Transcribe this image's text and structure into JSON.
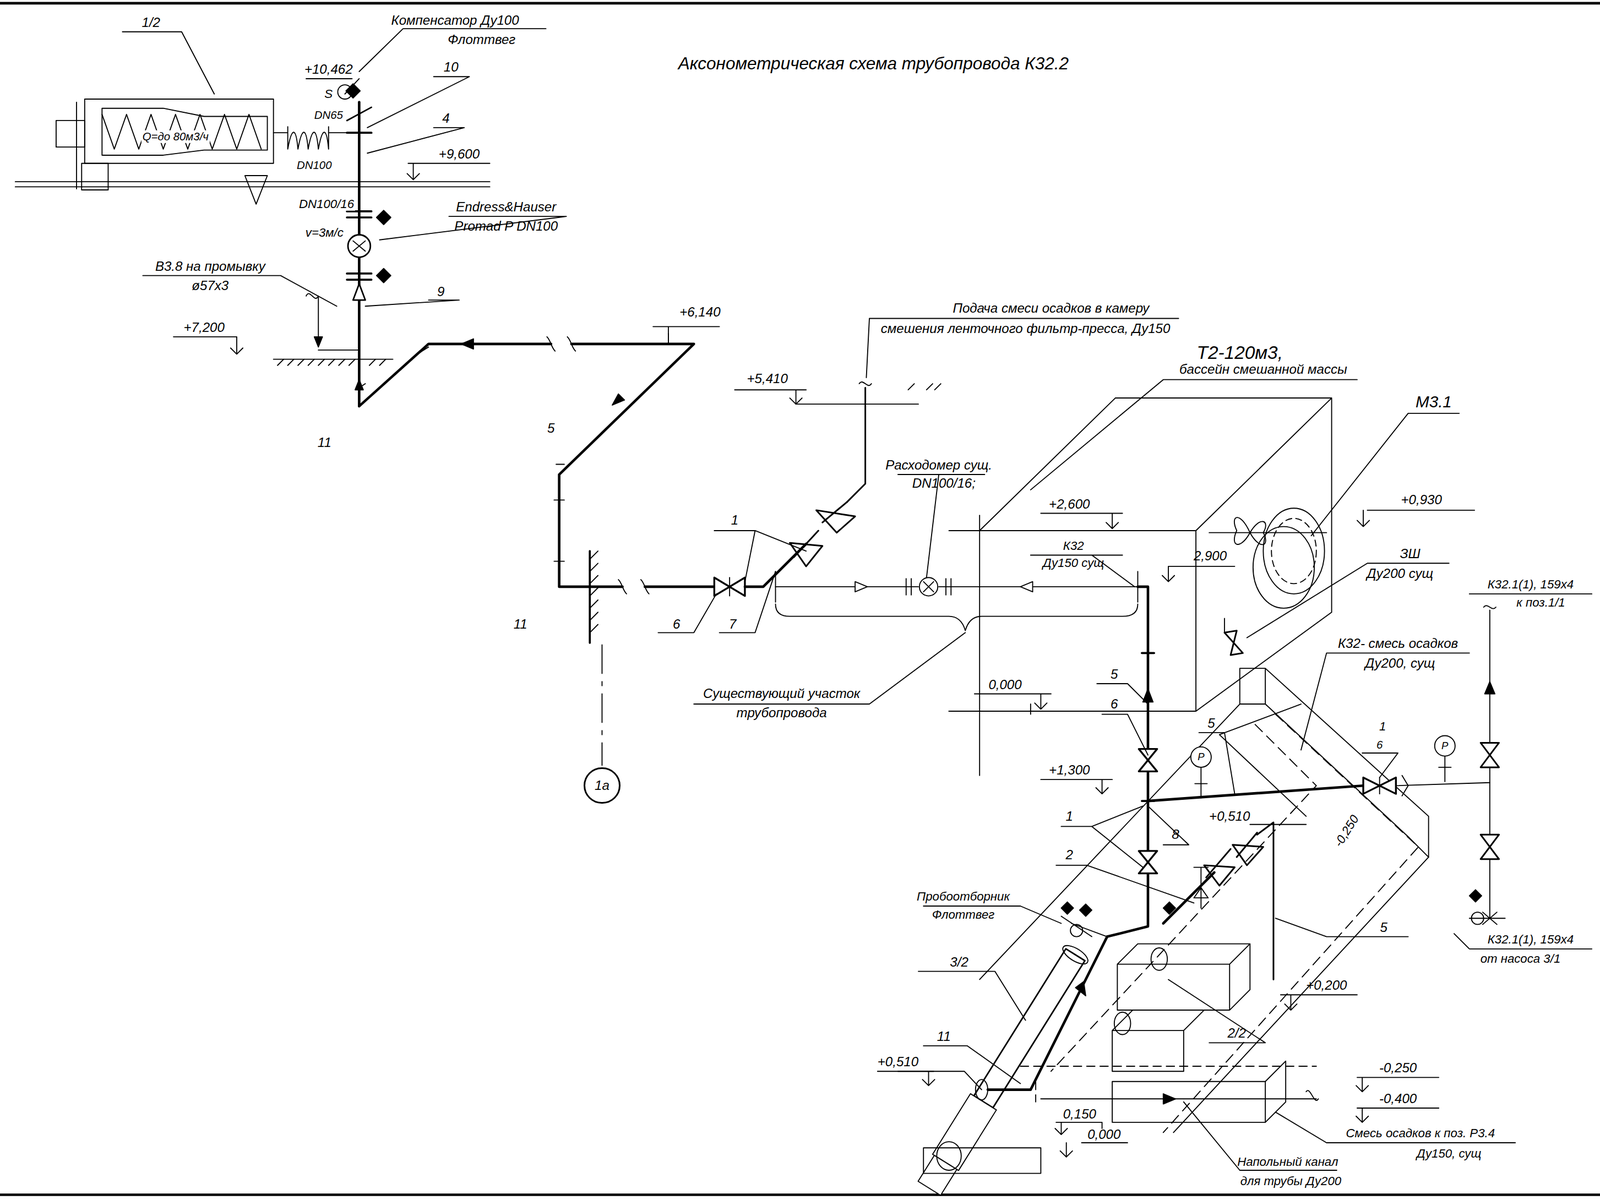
{
  "diagram": {
    "title": "Аксонометрическая схема трубопровода К32.2",
    "nodes": [
      {
        "text": [
          "1а"
        ]
      }
    ],
    "labels": [
      "1/2",
      "Компенсатор Ду100",
      "Флоттвег",
      "+10,462",
      "10",
      "S",
      "DN65",
      "4",
      "Q=до 80м3/ч",
      "DN100",
      "+9,600",
      "DN100/16",
      "v=3м/с",
      "Endress&Hauser",
      "Promad P DN100",
      "В3.8 на промывку",
      "ø57х3",
      "9",
      "+7,200",
      "+6,140",
      "11",
      "5",
      "Подача смеси осадков в камеру",
      "смешения ленточного фильтр-пресса, Ду150",
      "+5,410",
      "Т2-120м3,",
      "бассейн смешанной массы",
      "М3.1",
      "+0,930",
      "Расходомер сущ.",
      "DN100/16;",
      "+2,600",
      "1",
      "К32",
      "Ду150 сущ",
      "2,900",
      "ЗШ",
      "Ду200 сущ",
      "К32.1(1), 159х4",
      "к поз.1/1",
      "11",
      "6",
      "7",
      "К32- смесь осадков",
      "Ду200, сущ",
      "0,000",
      "Существующий участок",
      "трубопровода",
      "5",
      "6",
      "5",
      "1",
      "6",
      "Р",
      "Р",
      "+1,300",
      "+0,510",
      "1",
      "8",
      "-0,250",
      "2",
      "Пробоотборник",
      "Флоттвег",
      "5",
      "К32.1(1), 159х4",
      "от насоса 3/1",
      "3/2",
      "11",
      "+0,200",
      "2/2",
      "-0,250",
      "-0,400",
      "+0,510",
      "0,150",
      "0,000",
      "Смесь осадков к поз. Р3.4",
      "Ду150, сущ",
      "Напольный канал",
      "для трубы Ду200"
    ]
  }
}
